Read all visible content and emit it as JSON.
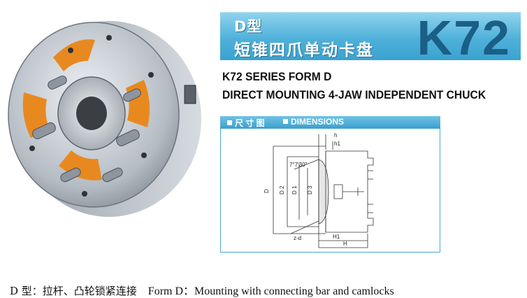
{
  "banner": {
    "form_zh": "D型",
    "name_zh": "短锥四爪单动卡盘",
    "model": "K72"
  },
  "titles": {
    "line1": "K72 SERIES FORM D",
    "line2": "DIRECT MOUNTING 4-JAW INDEPENDENT CHUCK"
  },
  "dimensions_bar": {
    "label_zh": "尺 寸 图",
    "label_en": "DIMENSIONS"
  },
  "drawing": {
    "angle": "7°7'30\"",
    "labels": {
      "h": "h",
      "h1": "h1",
      "D": "D",
      "D2": "D 2",
      "D1": "D 1",
      "D3": "D 3",
      "zd": "z-d",
      "H1": "H1",
      "H": "H"
    }
  },
  "caption": {
    "zh": "D 型：拉杆、凸轮锁紧连接",
    "en": "Form D：Mounting with connecting bar and camlocks"
  },
  "colors": {
    "banner_blue": "#4fb1da",
    "model_blue": "#1a5f86",
    "jaw_orange": "#e8891f"
  }
}
